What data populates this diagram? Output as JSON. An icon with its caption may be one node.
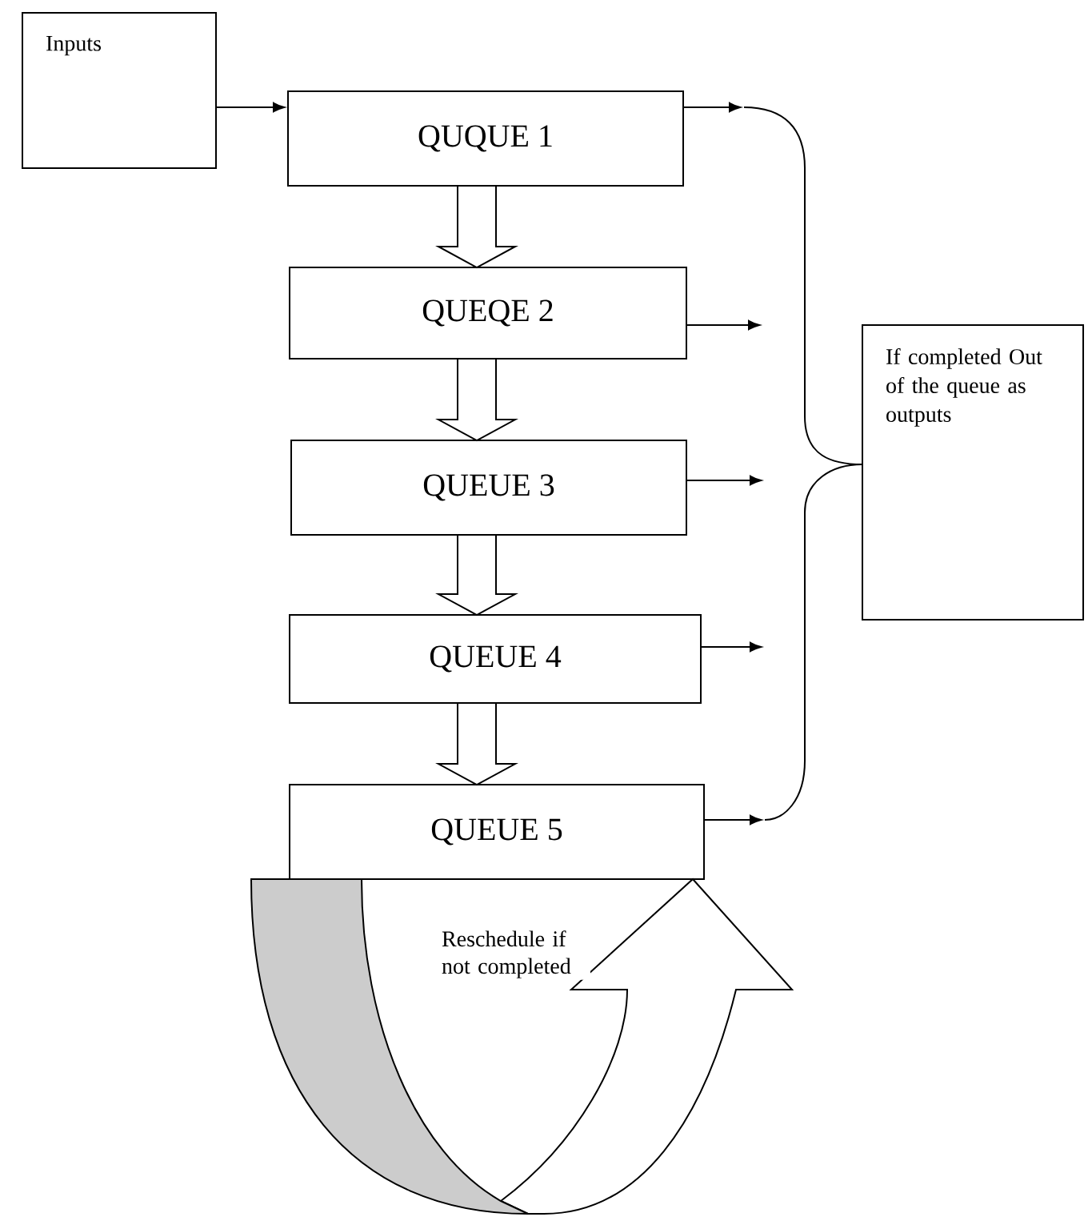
{
  "diagram": {
    "nodes": [
      {
        "text": [
          "Inputs"
        ]
      },
      {
        "text": [
          "QUQUE 1"
        ]
      },
      {
        "text": [
          "QUEQE 2"
        ]
      },
      {
        "text": [
          "QUEUE 3"
        ]
      },
      {
        "text": [
          "QUEUE 4"
        ]
      },
      {
        "text": [
          "QUEUE 5"
        ]
      },
      {
        "text": [
          "If completed Out of the queue as outputs"
        ]
      }
    ],
    "edges": [
      {
        "from": 0,
        "to": 1,
        "arrow": "to"
      },
      {
        "from": 1,
        "to": 2,
        "arrow": "to",
        "style": "thick"
      },
      {
        "from": 2,
        "to": 3,
        "arrow": "to",
        "style": "thick"
      },
      {
        "from": 3,
        "to": 4,
        "arrow": "to",
        "style": "thick"
      },
      {
        "from": 4,
        "to": 5,
        "arrow": "to",
        "style": "thick"
      },
      {
        "from": 1,
        "to": 6,
        "arrow": "to"
      },
      {
        "from": 2,
        "to": 6,
        "arrow": "to"
      },
      {
        "from": 3,
        "to": 6,
        "arrow": "to"
      },
      {
        "from": 4,
        "to": 6,
        "arrow": "to"
      },
      {
        "from": 5,
        "to": 6,
        "arrow": "to"
      },
      {
        "from": 5,
        "to": 5,
        "arrow": "to",
        "style": "thick",
        "label": "Reschedule if not completed"
      }
    ]
  }
}
